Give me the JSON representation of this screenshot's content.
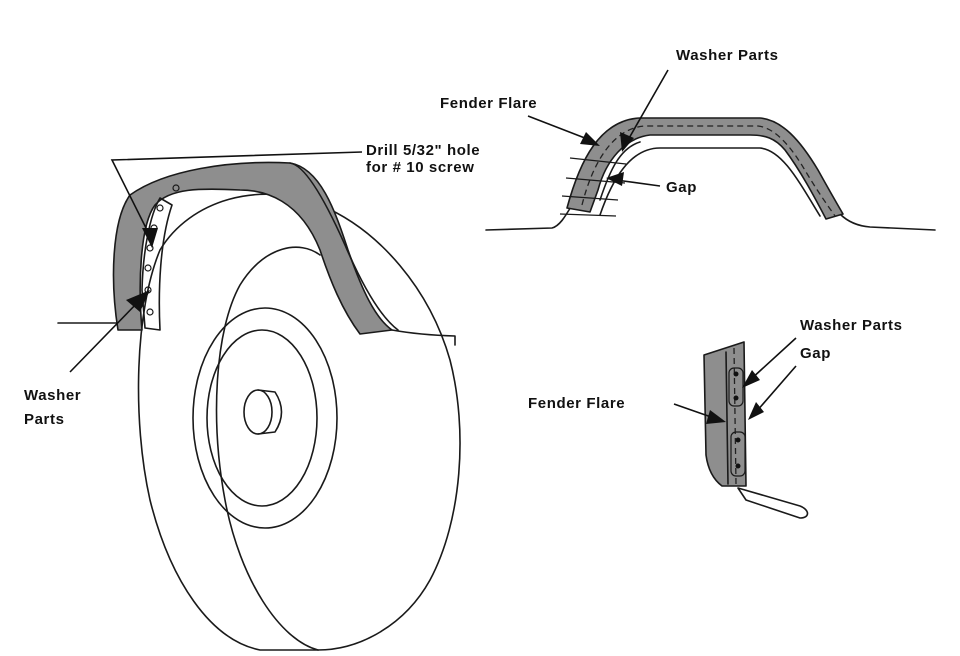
{
  "labels": {
    "drill_line1": "Drill 5/32\" hole",
    "drill_line2": "for # 10 screw",
    "washer_left_line1": "Washer",
    "washer_left_line2": "Parts",
    "fender_flare_top": "Fender Flare",
    "washer_parts_top": "Washer Parts",
    "gap_top": "Gap",
    "washer_parts_bottom": "Washer Parts",
    "gap_bottom": "Gap",
    "fender_flare_bottom": "Fender Flare"
  },
  "colors": {
    "flare_fill": "#8e8e8e",
    "ink": "#1a1a1a",
    "background": "#ffffff"
  }
}
